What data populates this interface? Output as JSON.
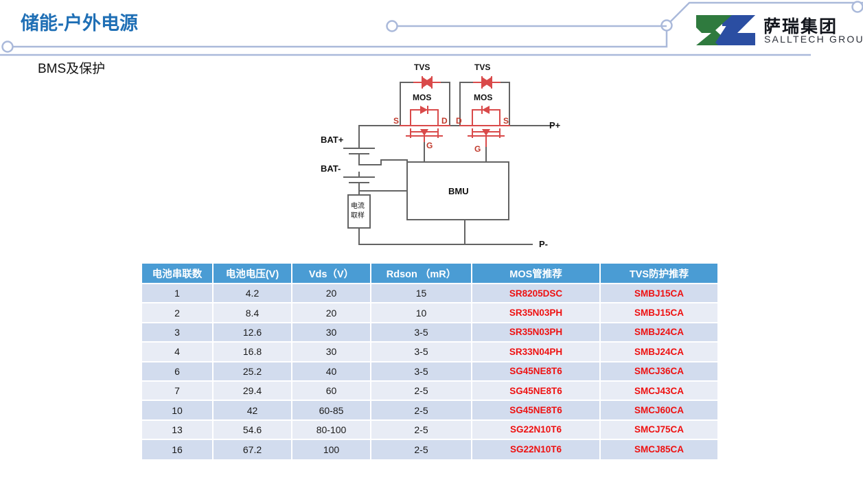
{
  "slide": {
    "title": "储能-户外电源",
    "subtitle": "BMS及保护"
  },
  "logo": {
    "cn": "萨瑞集团",
    "en": "SALLTECH GROUP",
    "green": "#2f7a3e",
    "blue": "#2b4ea2"
  },
  "colors": {
    "title_blue": "#1f6fb5",
    "deco_line": "#aab9da",
    "table_header": "#4a9cd4",
    "row_odd": "#d2dcee",
    "row_even": "#e8ecf5",
    "part_red": "#ee1111",
    "circuit_red": "#d94a4a",
    "circuit_gray": "#636363"
  },
  "circuit": {
    "labels": {
      "tvs_left": "TVS",
      "tvs_right": "TVS",
      "mos_left": "MOS",
      "mos_right": "MOS",
      "left_s": "S",
      "left_d": "D",
      "left_g": "G",
      "right_d": "D",
      "right_s": "S",
      "right_g": "G",
      "bat_plus": "BAT+",
      "bat_minus": "BAT-",
      "p_plus": "P+",
      "p_minus": "P-",
      "bmu": "BMU",
      "shunt_line1": "电流",
      "shunt_line2": "取样"
    }
  },
  "table": {
    "columns": [
      "电池串联数",
      "电池电压(V)",
      "Vds（V）",
      "Rdson （mR）",
      "MOS管推荐",
      "TVS防护推荐"
    ],
    "rows": [
      {
        "cells": [
          "1",
          "4.2",
          "20",
          "15",
          "SR8205DSC",
          "SMBJ15CA"
        ]
      },
      {
        "cells": [
          "2",
          "8.4",
          "20",
          "10",
          "SR35N03PH",
          "SMBJ15CA"
        ]
      },
      {
        "cells": [
          "3",
          "12.6",
          "30",
          "3-5",
          "SR35N03PH",
          "SMBJ24CA"
        ]
      },
      {
        "cells": [
          "4",
          "16.8",
          "30",
          "3-5",
          "SR33N04PH",
          "SMBJ24CA"
        ]
      },
      {
        "cells": [
          "6",
          "25.2",
          "40",
          "3-5",
          "SG45NE8T6",
          "SMCJ36CA"
        ]
      },
      {
        "cells": [
          "7",
          "29.4",
          "60",
          "2-5",
          "SG45NE8T6",
          "SMCJ43CA"
        ]
      },
      {
        "cells": [
          "10",
          "42",
          "60-85",
          "2-5",
          "SG45NE8T6",
          "SMCJ60CA"
        ]
      },
      {
        "cells": [
          "13",
          "54.6",
          "80-100",
          "2-5",
          "SG22N10T6",
          "SMCJ75CA"
        ]
      },
      {
        "cells": [
          "16",
          "67.2",
          "100",
          "2-5",
          "SG22N10T6",
          "SMCJ85CA"
        ]
      }
    ]
  }
}
